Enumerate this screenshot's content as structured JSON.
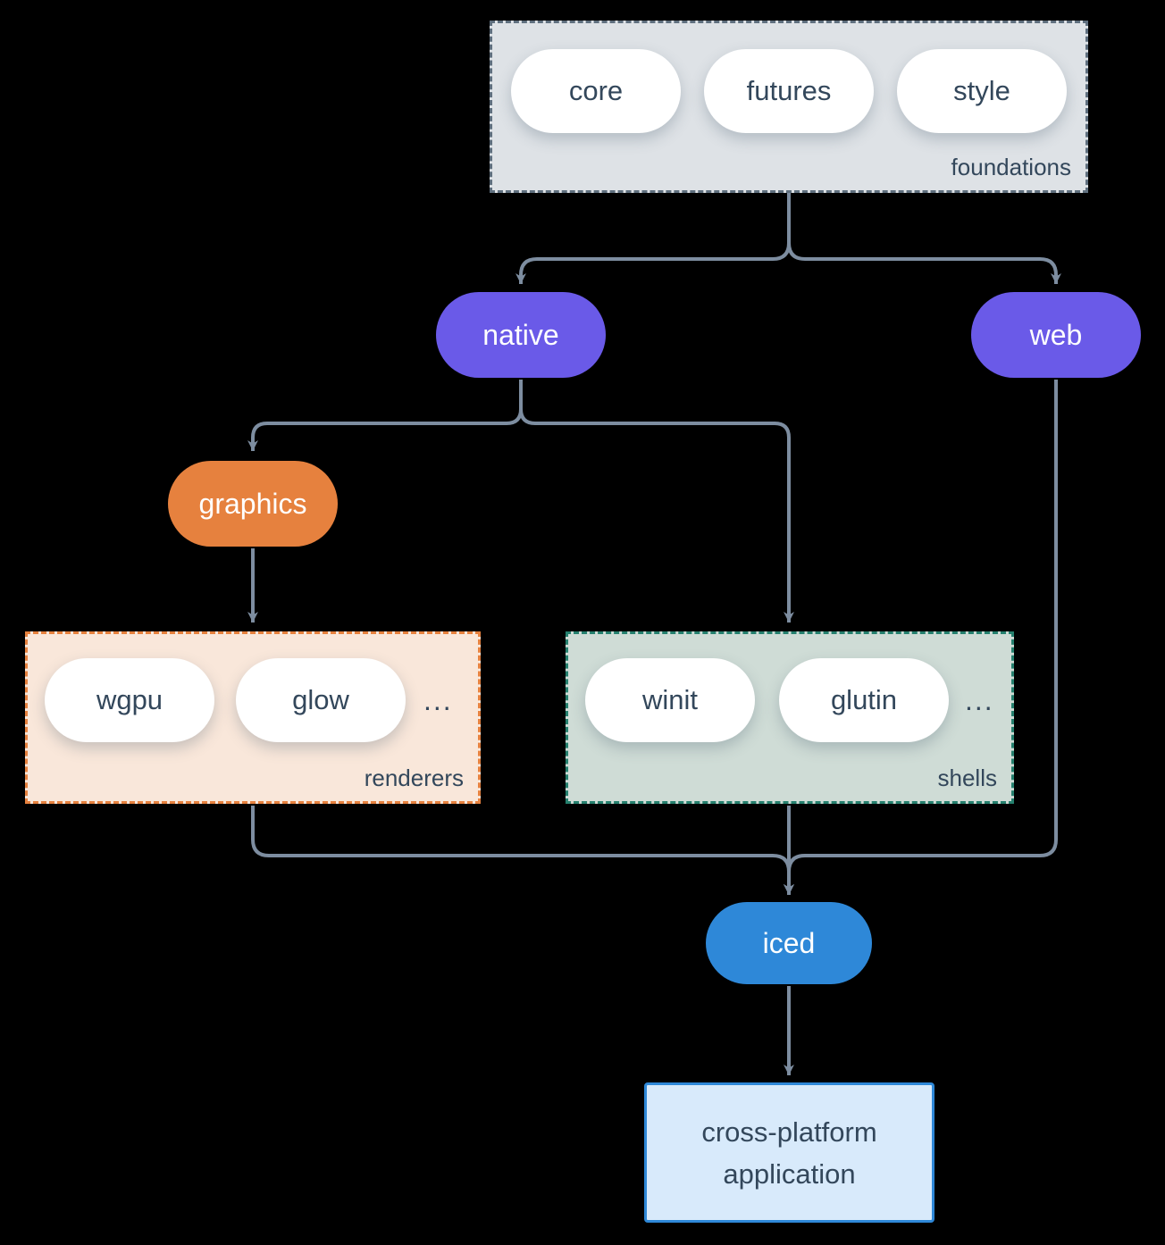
{
  "colors": {
    "background": "#000000",
    "connector": "#7d8da0",
    "text_dark": "#33475b",
    "text_light": "#ffffff",
    "node_purple": "#6a5ae8",
    "node_orange": "#e6813e",
    "node_blue": "#2e88d8",
    "pill_bg": "#ffffff",
    "foundations_bg": "#dee2e6",
    "foundations_border": "#5f6f7e",
    "renderers_bg": "#f9e7da",
    "renderers_border": "#e6813e",
    "shells_bg": "#cfdcd6",
    "shells_border": "#25806e",
    "application_bg": "#d8eafb",
    "application_border": "#2e88d8"
  },
  "foundations": {
    "label": "foundations",
    "items": [
      "core",
      "futures",
      "style"
    ]
  },
  "nodes": {
    "native": "native",
    "web": "web",
    "graphics": "graphics",
    "iced": "iced"
  },
  "renderers": {
    "label": "renderers",
    "items": [
      "wgpu",
      "glow"
    ],
    "more": "..."
  },
  "shells": {
    "label": "shells",
    "items": [
      "winit",
      "glutin"
    ],
    "more": "..."
  },
  "application": {
    "line1": "cross-platform",
    "line2": "application"
  }
}
